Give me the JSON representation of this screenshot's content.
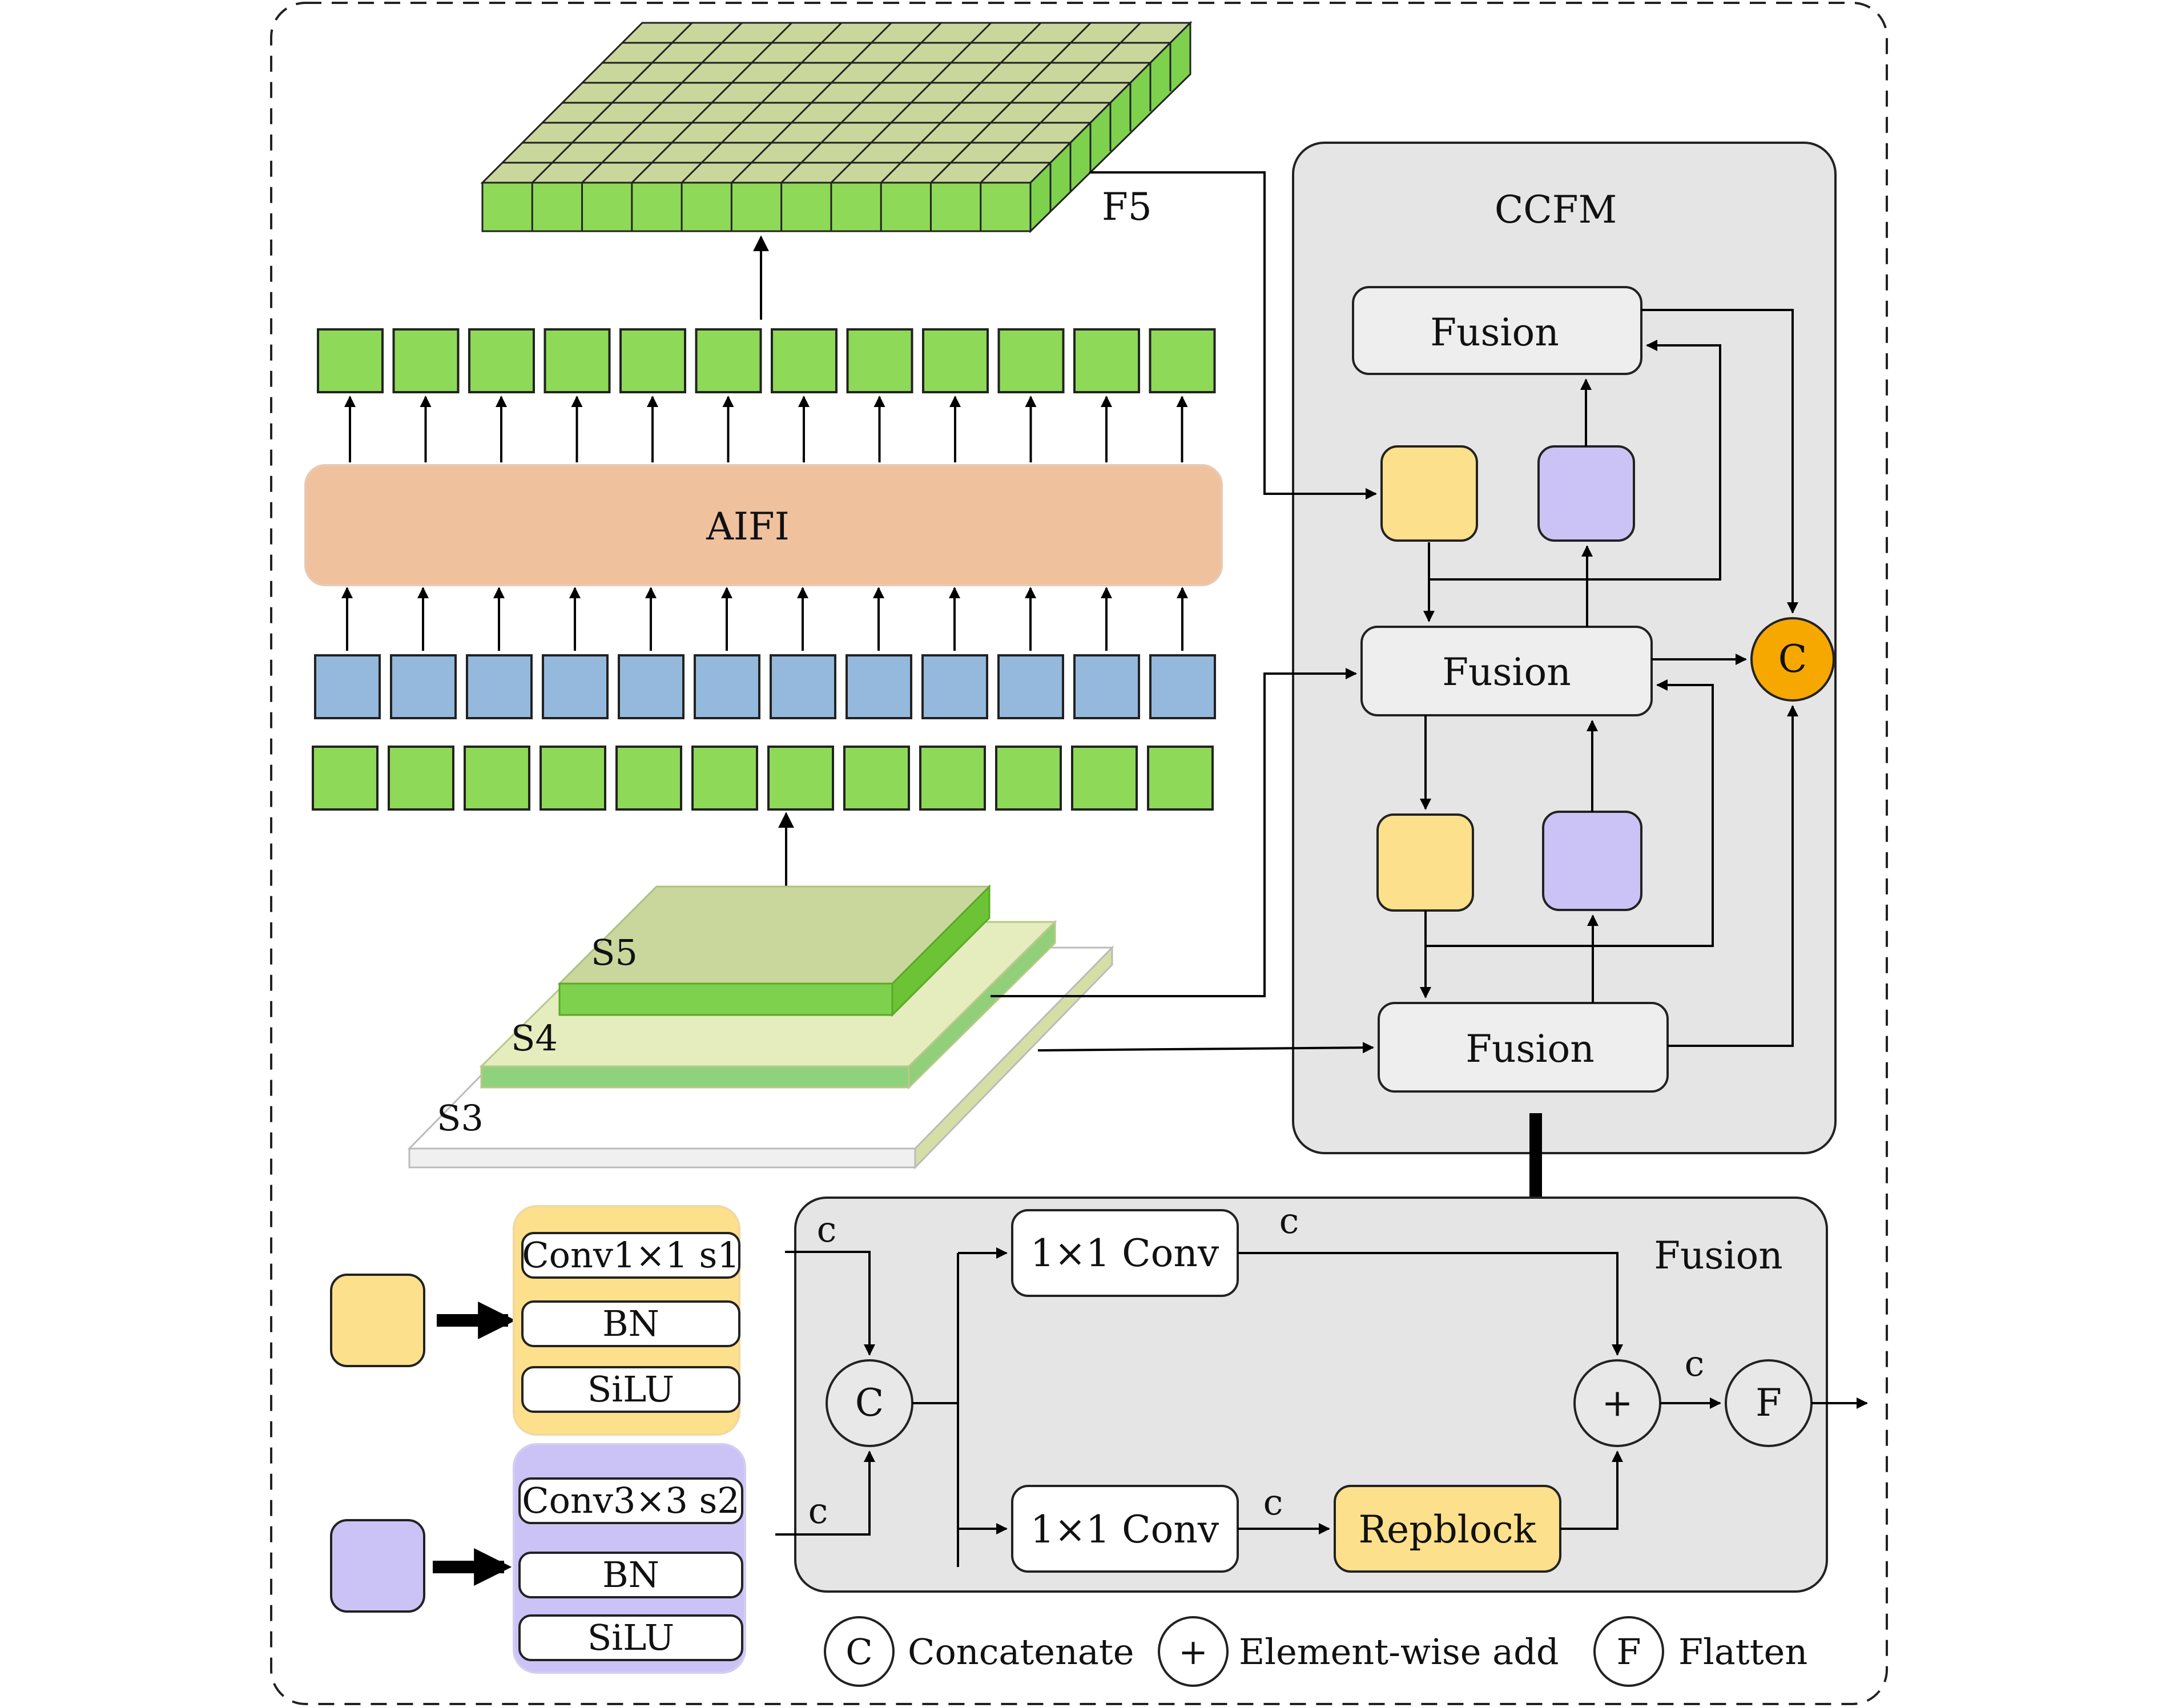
{
  "labels": {
    "f5": "F5",
    "aifi": "AIFI",
    "ccfm": "CCFM",
    "fusion": "Fusion",
    "concat_c": "C",
    "s5": "S5",
    "s4": "S4",
    "s3": "S3",
    "fusion_title": "Fusion",
    "conv1x1_a": "1×1 Conv",
    "conv1x1_b": "1×1 Conv",
    "repblock": "Repblock",
    "channel_c": "c",
    "plus": "+",
    "flatten_f": "F"
  },
  "legend_blocks": {
    "yellow": [
      "Conv1×1 s1",
      "BN",
      "SiLU"
    ],
    "purple": [
      "Conv3×3 s2",
      "BN",
      "SiLU"
    ]
  },
  "legend": [
    {
      "symbol": "C",
      "text": "Concatenate"
    },
    {
      "symbol": "+",
      "text": "Element-wise add"
    },
    {
      "symbol": "F",
      "text": "Flatten"
    }
  ],
  "colors": {
    "green": "#8ed957",
    "blue": "#94b9dd",
    "aifi": "#f0c19d",
    "yellow": "#fde08b",
    "purple": "#cbc3f5",
    "orange": "#f6a800",
    "panel": "#e5e5e5"
  }
}
